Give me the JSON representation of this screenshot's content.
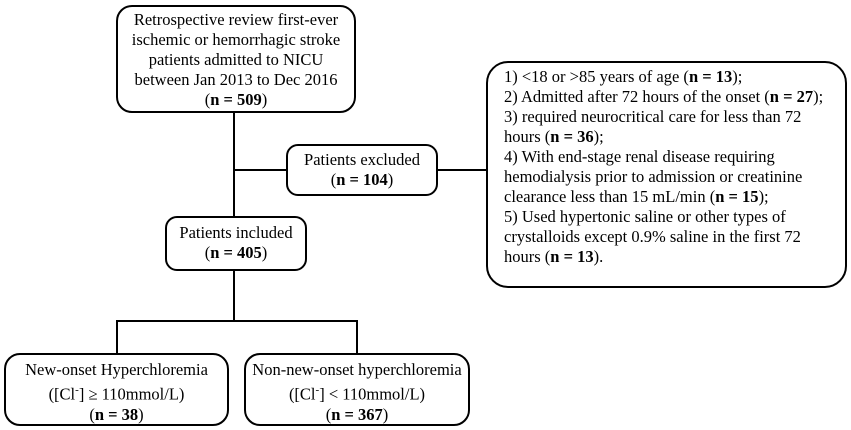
{
  "review_box": {
    "lines": [
      "Retrospective review first-ever",
      "ischemic or hemorrhagic stroke",
      "patients admitted to NICU",
      "between Jan 2013 to Dec 2016"
    ],
    "count_open": "(",
    "count": "n = 509",
    "count_close": ")"
  },
  "excluded_box": {
    "label": "Patients excluded",
    "count_open": "(",
    "count": "n = 104",
    "count_close": ")"
  },
  "criteria_box": {
    "items": [
      {
        "pre": "1) <18 or >85 years of age (",
        "bold": "n = 13",
        "post": ");"
      },
      {
        "pre": "2) Admitted after 72 hours of the onset (",
        "bold": "n = 27",
        "post": ");"
      },
      {
        "pre": "3) required neurocritical care for less than 72",
        "bold": "",
        "post": ""
      },
      {
        "pre": "hours  (",
        "bold": "n = 36",
        "post": ");"
      },
      {
        "pre": "4) With end-stage renal disease requiring",
        "bold": "",
        "post": ""
      },
      {
        "pre": "hemodialysis prior to admission or creatinine",
        "bold": "",
        "post": ""
      },
      {
        "pre": "clearance less than 15 mL/min (",
        "bold": "n = 15",
        "post": ");"
      },
      {
        "pre": "5) Used hypertonic saline or other types of",
        "bold": "",
        "post": ""
      },
      {
        "pre": "crystalloids except 0.9% saline in the first 72",
        "bold": "",
        "post": ""
      },
      {
        "pre": "hours (",
        "bold": "n = 13",
        "post": ")."
      }
    ]
  },
  "included_box": {
    "label": "Patients included",
    "count_open": "(",
    "count": "n = 405",
    "count_close": ")"
  },
  "hyper_box": {
    "title": "New-onset Hyperchloremia",
    "criterion_pre": "([Cl",
    "criterion_sup": "-",
    "criterion_post": "] ≥ 110mmol/L)",
    "count_open": "(",
    "count": "n = 38",
    "count_close": ")"
  },
  "nonhyper_box": {
    "title": "Non-new-onset hyperchloremia",
    "criterion_pre": "([Cl",
    "criterion_sup": "-",
    "criterion_post": "] < 110mmol/L)",
    "count_open": "(",
    "count": "n = 367",
    "count_close": ")"
  }
}
